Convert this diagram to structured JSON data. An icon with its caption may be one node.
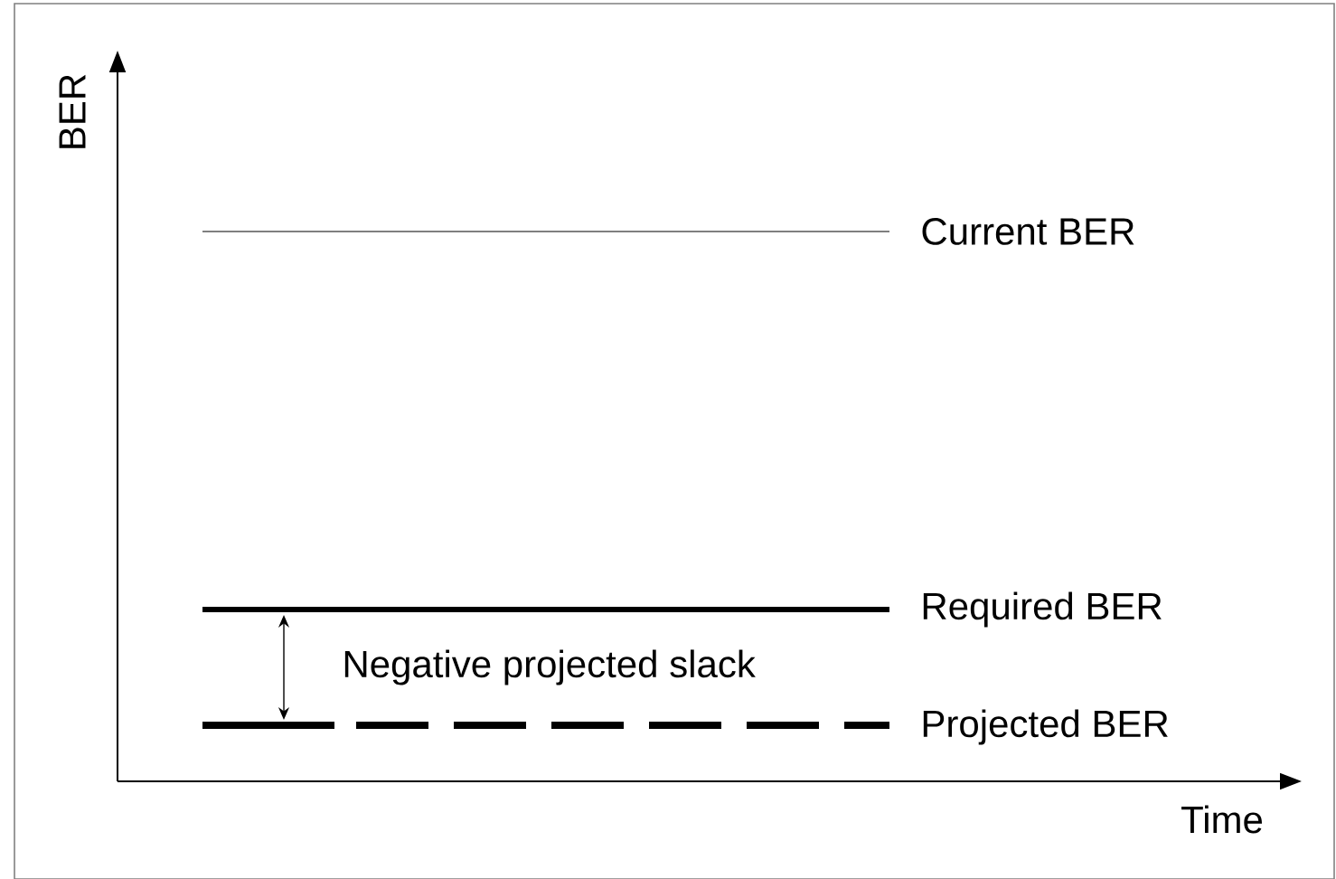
{
  "diagram": {
    "labels": [
      "BER",
      "Time",
      "Current BER",
      "Required BER",
      "Negative projected slack",
      "Projected BER"
    ]
  }
}
